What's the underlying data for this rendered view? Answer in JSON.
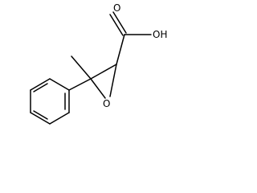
{
  "molecule": {
    "labels": {
      "hydroxyl": "OH",
      "carbonyl_oxygen": "O",
      "epoxide_oxygen": "O"
    },
    "colors": {
      "bond": "#000000",
      "background": "#ffffff"
    }
  }
}
